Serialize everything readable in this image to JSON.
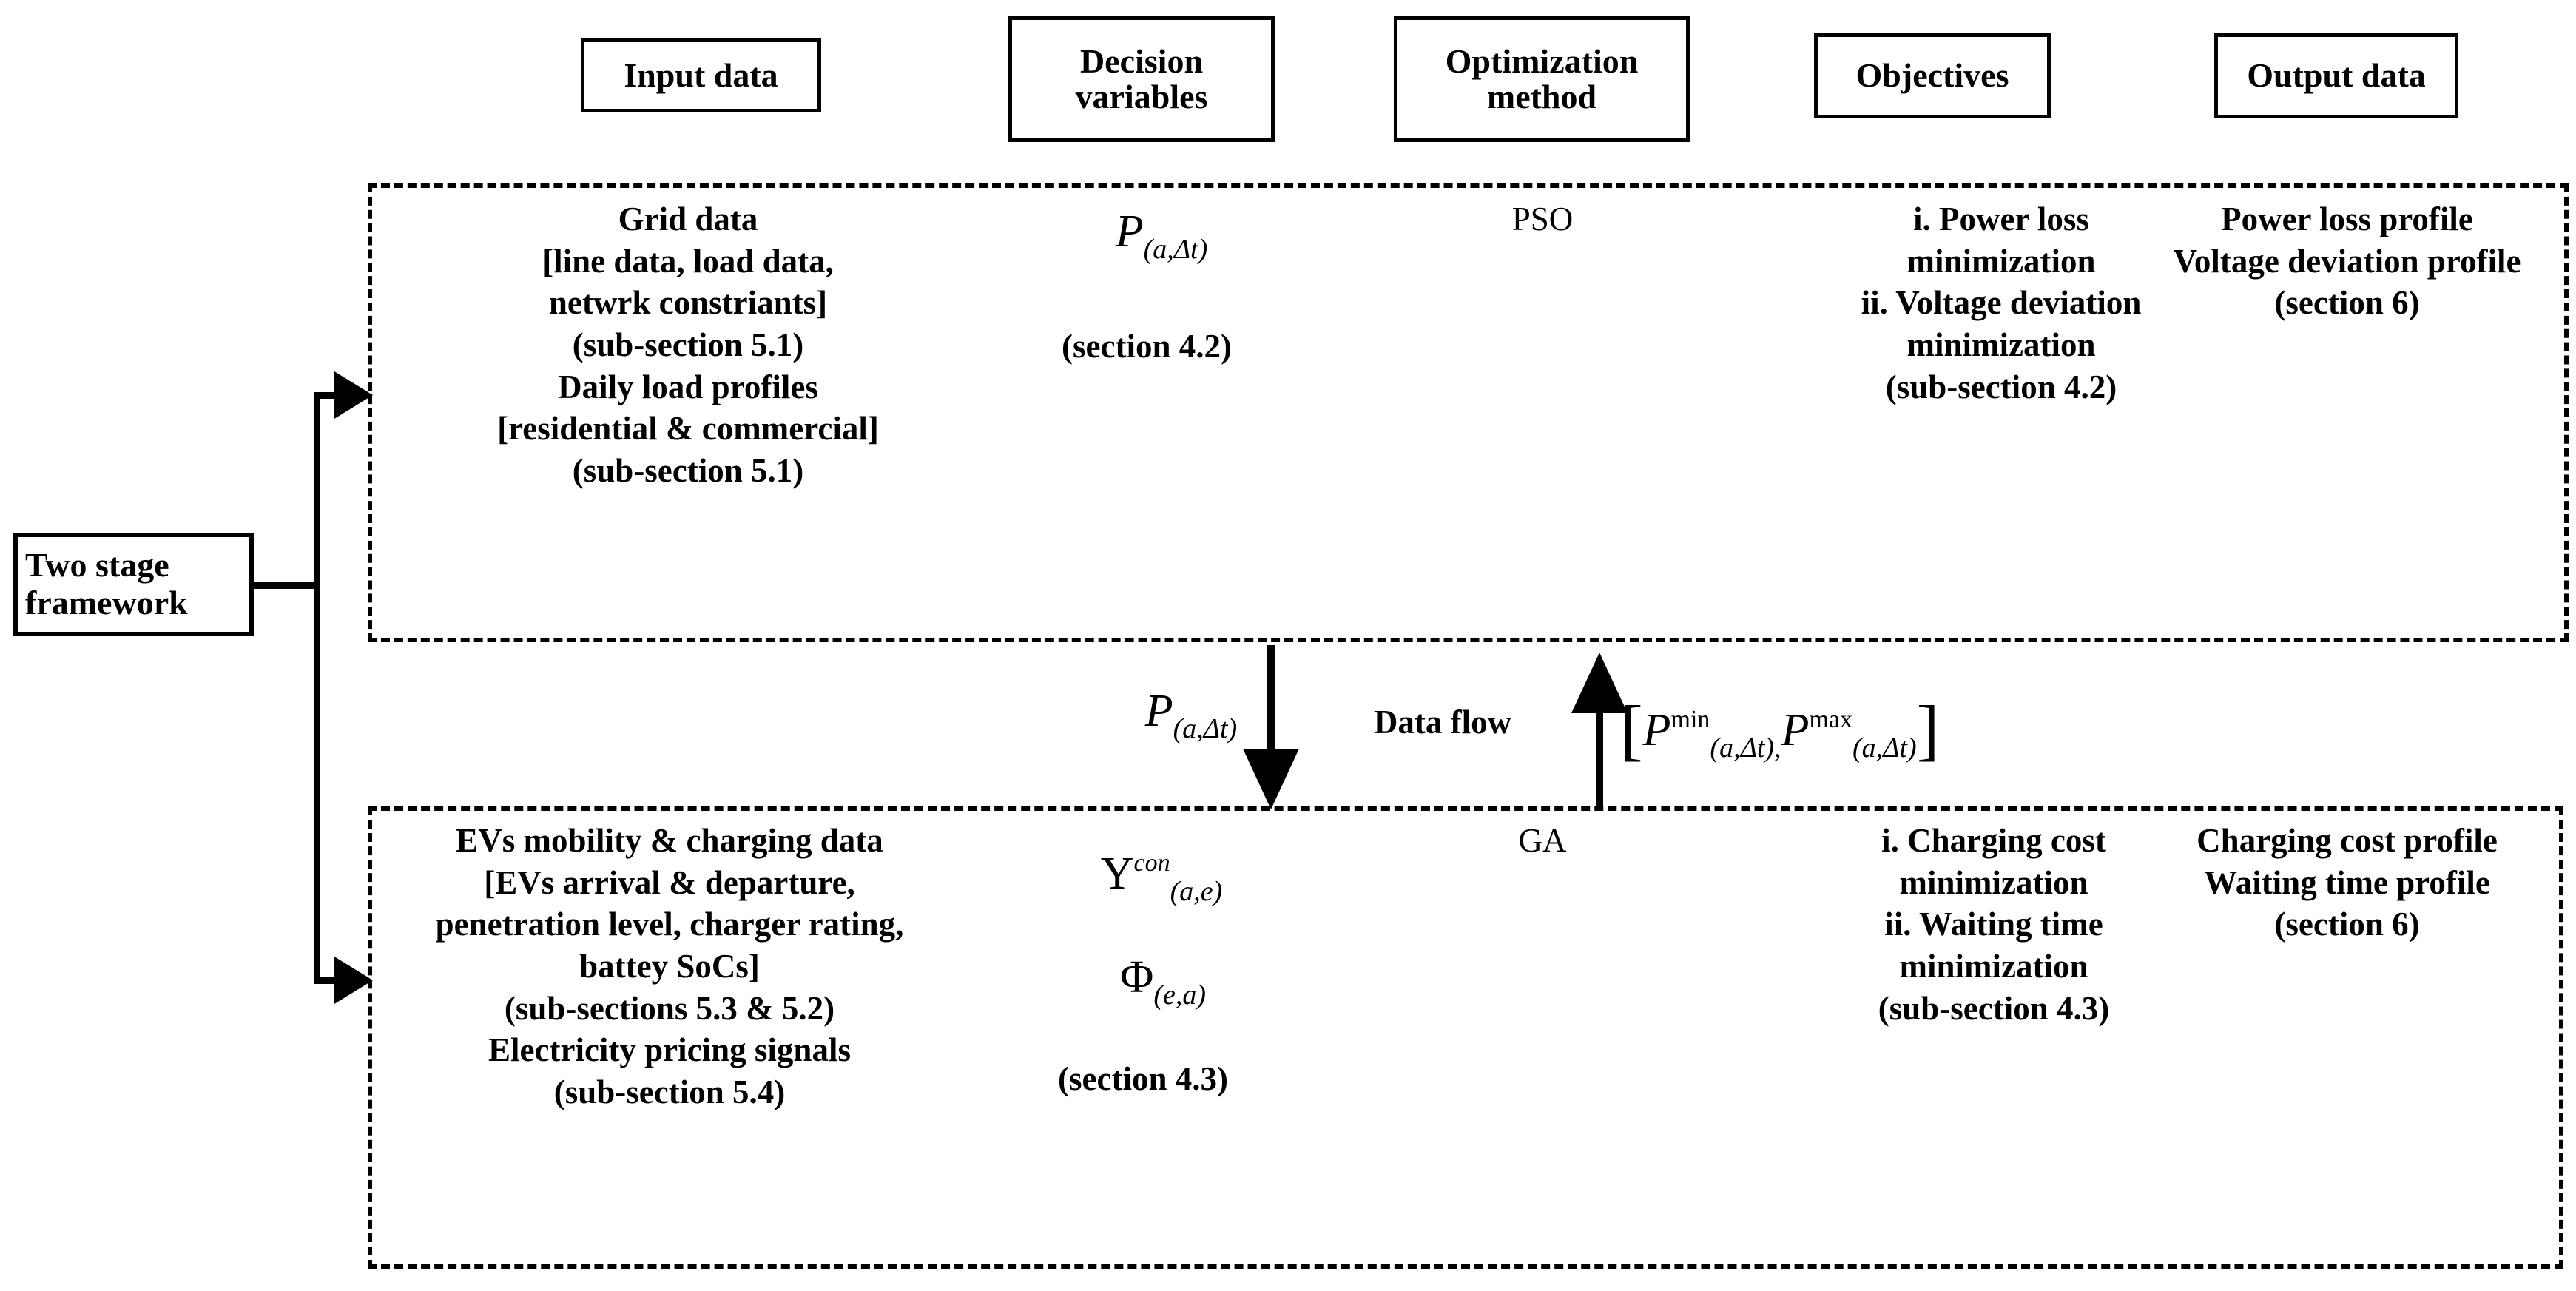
{
  "headers": [
    {
      "label": "Input data"
    },
    {
      "label": "Decision\nvariables"
    },
    {
      "label": "Optimization\nmethod"
    },
    {
      "label": "Objectives"
    },
    {
      "label": "Output data"
    }
  ],
  "framework": {
    "label": "Two stage\nframework"
  },
  "stage1": {
    "input_data": "Grid data\n[line data, load data,\nnetwrk constriants]\n(sub-section 5.1)\nDaily load profiles\n[residential & commercial]\n(sub-section 5.1)",
    "decision_variable": {
      "symbol": "P",
      "subscript": "(a,Δt)"
    },
    "decision_reference": "(section 4.2)",
    "optimization_method": "PSO",
    "objectives": "i. Power loss\nminimization\nii. Voltage deviation\nminimization\n(sub-section 4.2)",
    "output_data": "Power loss profile\nVoltage deviation profile\n(section 6)"
  },
  "stage2": {
    "input_data": "EVs mobility & charging data\n[EVs arrival & departure,\npenetration level, charger rating,\nbattey SoCs]\n(sub-sections 5.3 & 5.2)\nElectricity pricing signals\n(sub-section 5.4)",
    "decision_variable_1": {
      "symbol": "Υ",
      "superscript": "con",
      "subscript": "(a,e)"
    },
    "decision_variable_2": {
      "symbol": "Φ",
      "subscript": "(e,a)"
    },
    "decision_reference": "(section 4.3)",
    "optimization_method": "GA",
    "objectives": "i. Charging cost\nminimization\nii. Waiting time\nminimization\n(sub-section 4.3)",
    "output_data": "Charging cost profile\nWaiting time profile\n(section 6)"
  },
  "dataflow": {
    "label": "Data flow",
    "down_variable": {
      "symbol": "P",
      "subscript": "(a,Δt)"
    },
    "up_variable": {
      "open_bracket": "[",
      "symbol_min": "P",
      "superscript_min": "min",
      "subscript_min": "(a,Δt)",
      "separator": ",",
      "symbol_max": "P",
      "superscript_max": "max",
      "subscript_max": "(a,Δt)",
      "close_bracket": "]"
    }
  },
  "colors": {
    "ink": "#000000",
    "paper": "#ffffff"
  }
}
